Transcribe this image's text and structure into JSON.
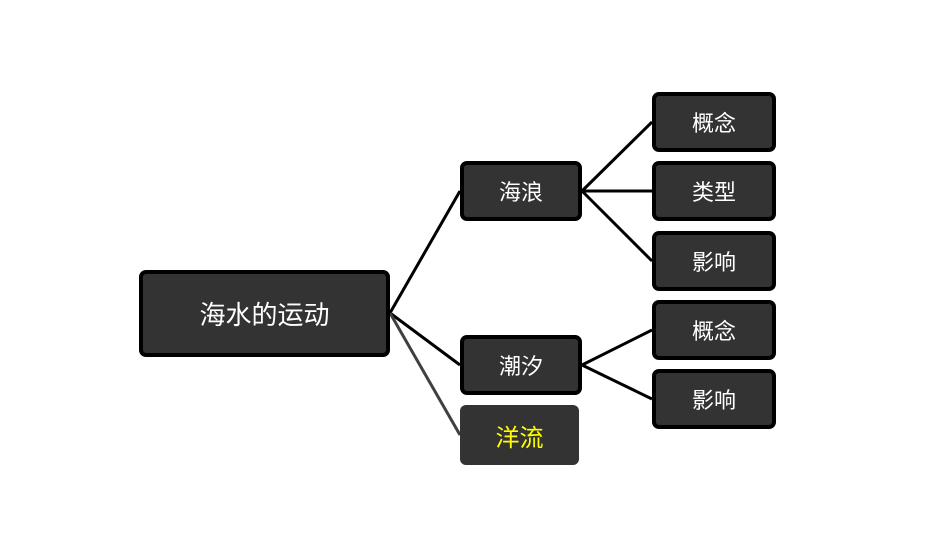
{
  "root": {
    "label": "海水的运动"
  },
  "branches": [
    {
      "label": "海浪",
      "children": [
        "概念",
        "类型",
        "影响"
      ]
    },
    {
      "label": "潮汐",
      "children": [
        "概念",
        "影响"
      ]
    },
    {
      "label": "洋流",
      "children": []
    }
  ],
  "colors": {
    "node_fill": "#333333",
    "node_border": "#000000",
    "node_text": "#ffffff",
    "highlight_text": "#ffff00",
    "connector": "#000000",
    "connector_muted": "#404040"
  }
}
